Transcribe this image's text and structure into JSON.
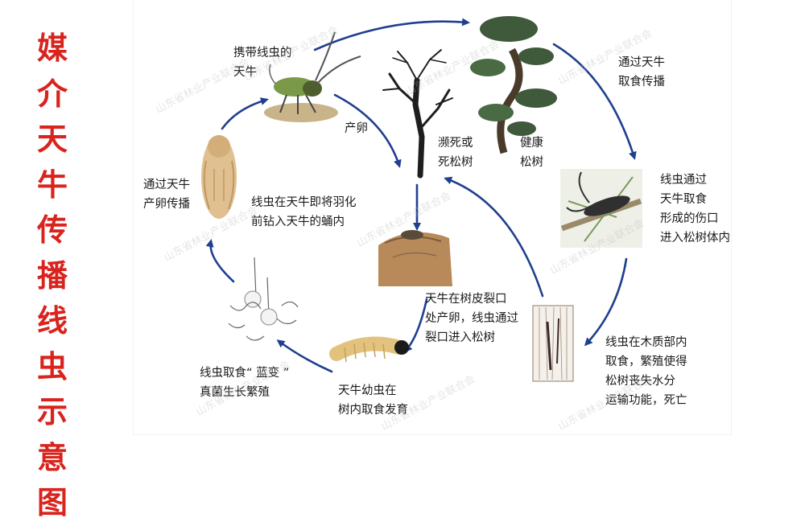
{
  "title_chars": [
    "媒",
    "介",
    "天",
    "牛",
    "传",
    "播",
    "线",
    "虫",
    "示",
    "意",
    "图"
  ],
  "labels": {
    "beetle_with_nematode": "携带线虫的\n天牛",
    "lay_eggs": "产卵",
    "dying_pine": "濒死或\n死松树",
    "healthy_pine": "健康\n松树",
    "feeding_spread": "通过天牛\n取食传播",
    "enter_wound": "线虫通过\n天牛取食\n形成的伤口\n进入松树体内",
    "xylem_feeding": "线虫在木质部内\n取食，繁殖使得\n松树丧失水分\n运输功能，死亡",
    "bark_crack": "天牛在树皮裂口\n处产卵，线虫通过\n裂口进入松树",
    "larva_feeding": "天牛幼虫在\n树内取食发育",
    "fungus": "线虫取食“ 蓝变 ”\n真菌生长繁殖",
    "pupa_entry": "线虫在天牛即将羽化\n前钻入天牛的蛹内",
    "oviposition_spread": "通过天牛\n产卵传播"
  },
  "watermark": "山东省林业产业联合会",
  "colors": {
    "title": "#d9231d",
    "arrow": "#1f3f8f",
    "text": "#1a1a1a"
  }
}
